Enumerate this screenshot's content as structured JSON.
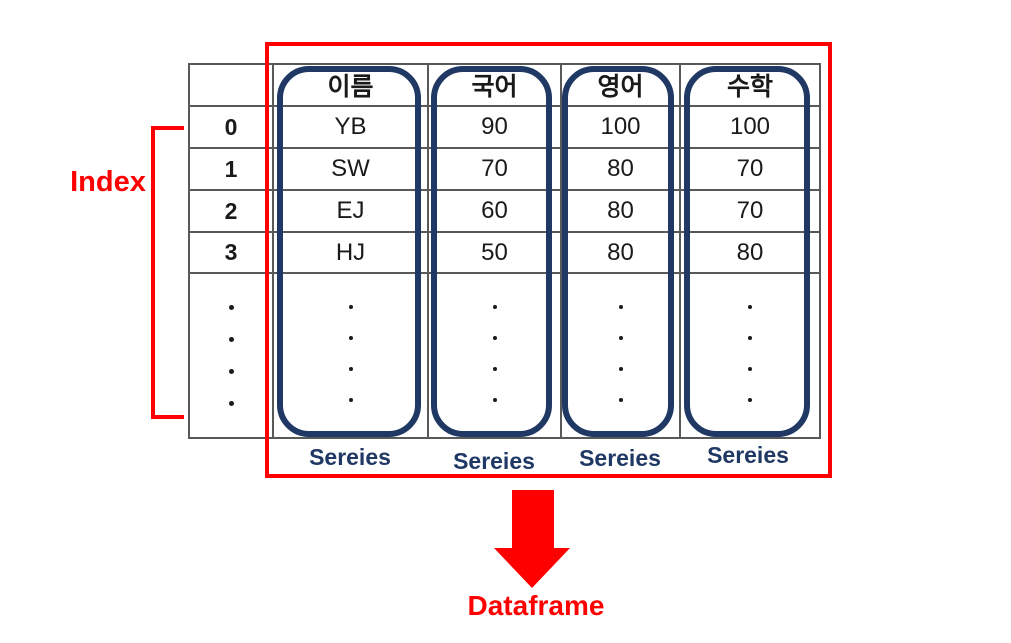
{
  "table": {
    "columns": [
      "이름",
      "국어",
      "영어",
      "수학"
    ],
    "index": [
      "0",
      "1",
      "2",
      "3"
    ],
    "rows": [
      [
        "YB",
        "90",
        "100",
        "100"
      ],
      [
        "SW",
        "70",
        "80",
        "70"
      ],
      [
        "EJ",
        "60",
        "80",
        "70"
      ],
      [
        "HJ",
        "50",
        "80",
        "80"
      ]
    ],
    "continuation_dots_per_column": 4
  },
  "labels": {
    "index": "Index",
    "series": [
      "Sereies",
      "Sereies",
      "Sereies",
      "Sereies"
    ],
    "dataframe": "Dataframe"
  },
  "colors": {
    "accent_red": "#fe0000",
    "navy": "#1f3864",
    "grid_gray": "#595959",
    "text_black": "#1a1a1a"
  }
}
